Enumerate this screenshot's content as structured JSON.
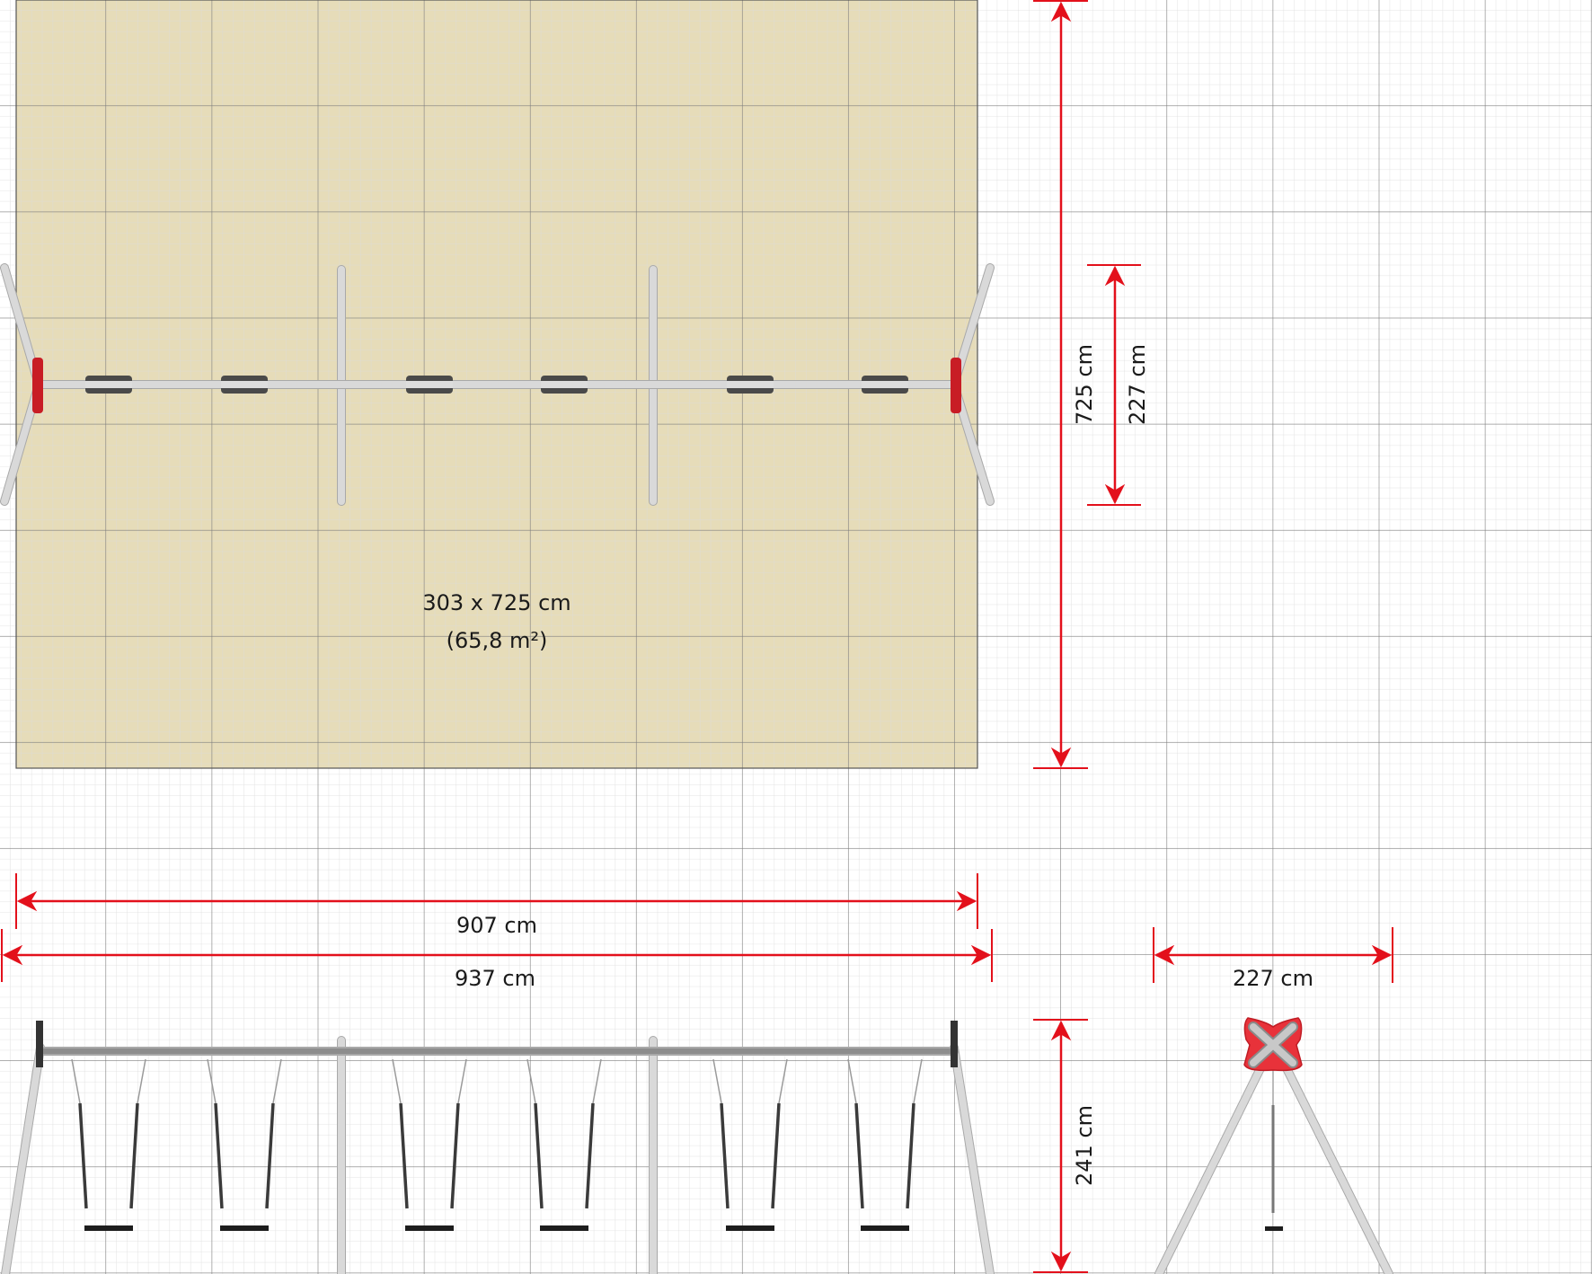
{
  "diagram": {
    "area_label": "303 x 725 cm",
    "area_size": "(65,8 m²)",
    "dimensions": {
      "length_total_725": "725 cm",
      "depth_227_vertical": "227 cm",
      "width_907": "907 cm",
      "width_937": "937 cm",
      "depth_227_horizontal": "227 cm",
      "height_241": "241 cm"
    },
    "colors": {
      "safety_area": "#e6dcb9",
      "dimension_line": "#e3101b",
      "grid_major": "#7a7a7a",
      "grid_minor": "#d8d8d8"
    }
  }
}
